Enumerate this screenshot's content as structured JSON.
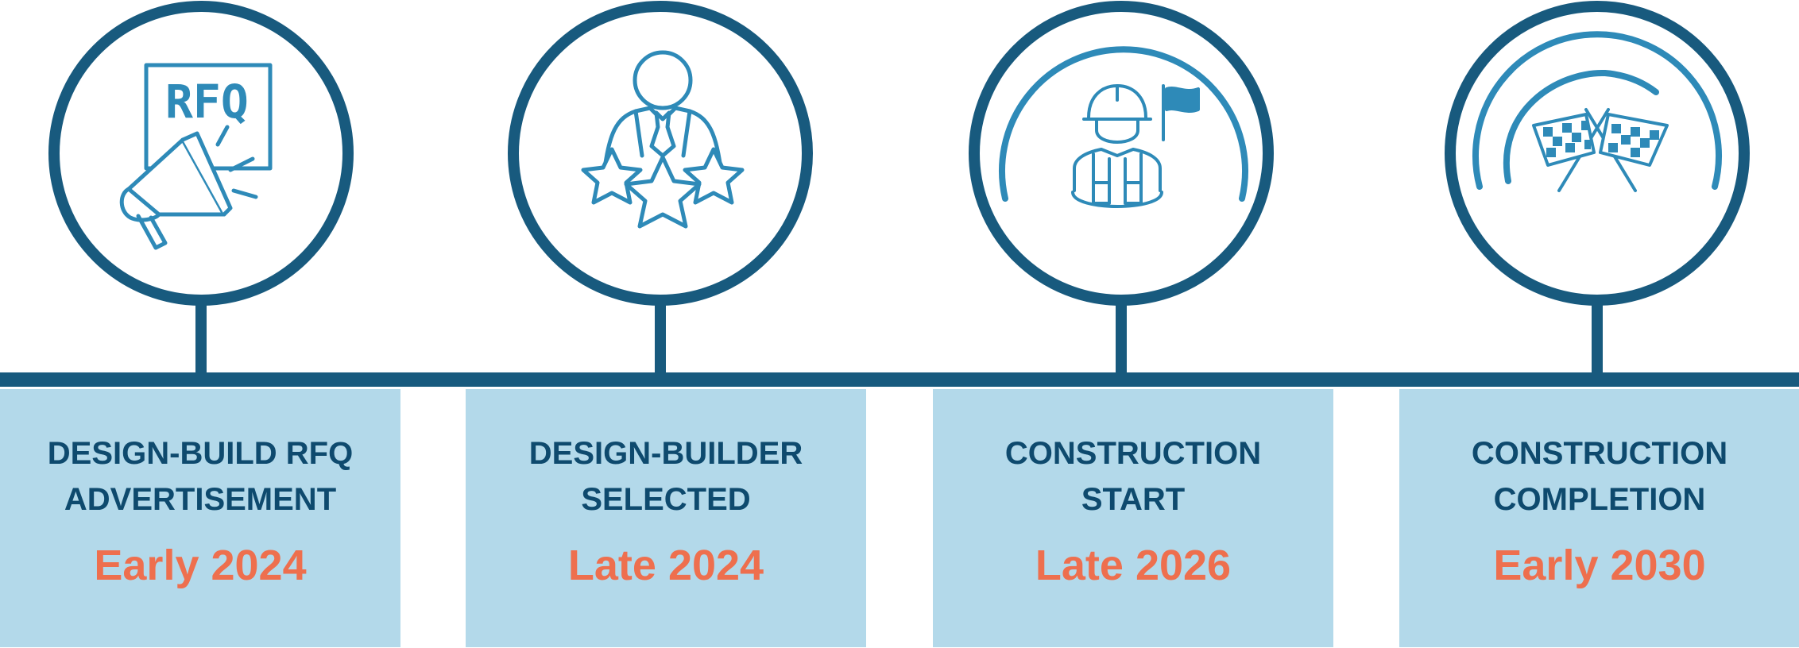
{
  "colors": {
    "timeline": "#185a7e",
    "icon": "#2e8ab8",
    "box": "#b3d9ea",
    "title": "#0e4a6e",
    "date": "#ee6f4e",
    "background": "#ffffff"
  },
  "milestones": [
    {
      "title_lines": [
        "DESIGN-BUILD RFQ",
        "ADVERTISEMENT"
      ],
      "date": "Early 2024",
      "icon": "megaphone-rfq-icon",
      "icon_text": "RFQ"
    },
    {
      "title_lines": [
        "DESIGN-BUILDER",
        "SELECTED"
      ],
      "date": "Late 2024",
      "icon": "person-with-stars-icon"
    },
    {
      "title_lines": [
        "CONSTRUCTION",
        "START"
      ],
      "date": "Late 2026",
      "icon": "construction-worker-flag-icon"
    },
    {
      "title_lines": [
        "CONSTRUCTION",
        "COMPLETION"
      ],
      "date": "Early 2030",
      "icon": "checkered-flags-icon"
    }
  ]
}
